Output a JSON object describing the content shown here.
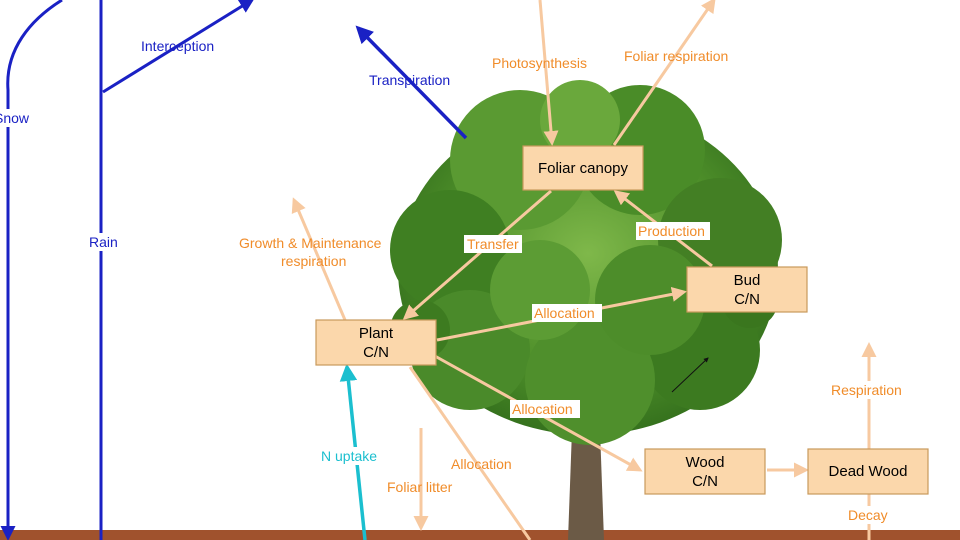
{
  "colors": {
    "water": "#1a21c4",
    "carbon_flux": "#f08c2a",
    "carbon_arrow": "#f7c9a0",
    "nitrogen": "#1bbfcf",
    "box_fill": "#fbd7ab",
    "soil": "#a0522d",
    "foliage": "#4e8f2a",
    "trunk": "#6b5a46"
  },
  "boxes": {
    "foliar_canopy": "Foliar canopy",
    "bud_line1": "Bud",
    "bud_line2": "C/N",
    "plant_line1": "Plant",
    "plant_line2": "C/N",
    "wood_line1": "Wood",
    "wood_line2": "C/N",
    "dead_wood": "Dead Wood"
  },
  "labels": {
    "snow": "Snow",
    "interception": "Interception",
    "rain": "Rain",
    "transpiration": "Transpiration",
    "photosynthesis": "Photosynthesis",
    "foliar_respiration": "Foliar respiration",
    "growth_line1": "Growth & Maintenance",
    "growth_line2": "respiration",
    "transfer": "Transfer",
    "production": "Production",
    "allocation_bud": "Allocation",
    "allocation_wood": "Allocation",
    "allocation_soil": "Allocation",
    "n_uptake": "N uptake",
    "foliar_litter": "Foliar litter",
    "respiration": "Respiration",
    "decay": "Decay"
  }
}
